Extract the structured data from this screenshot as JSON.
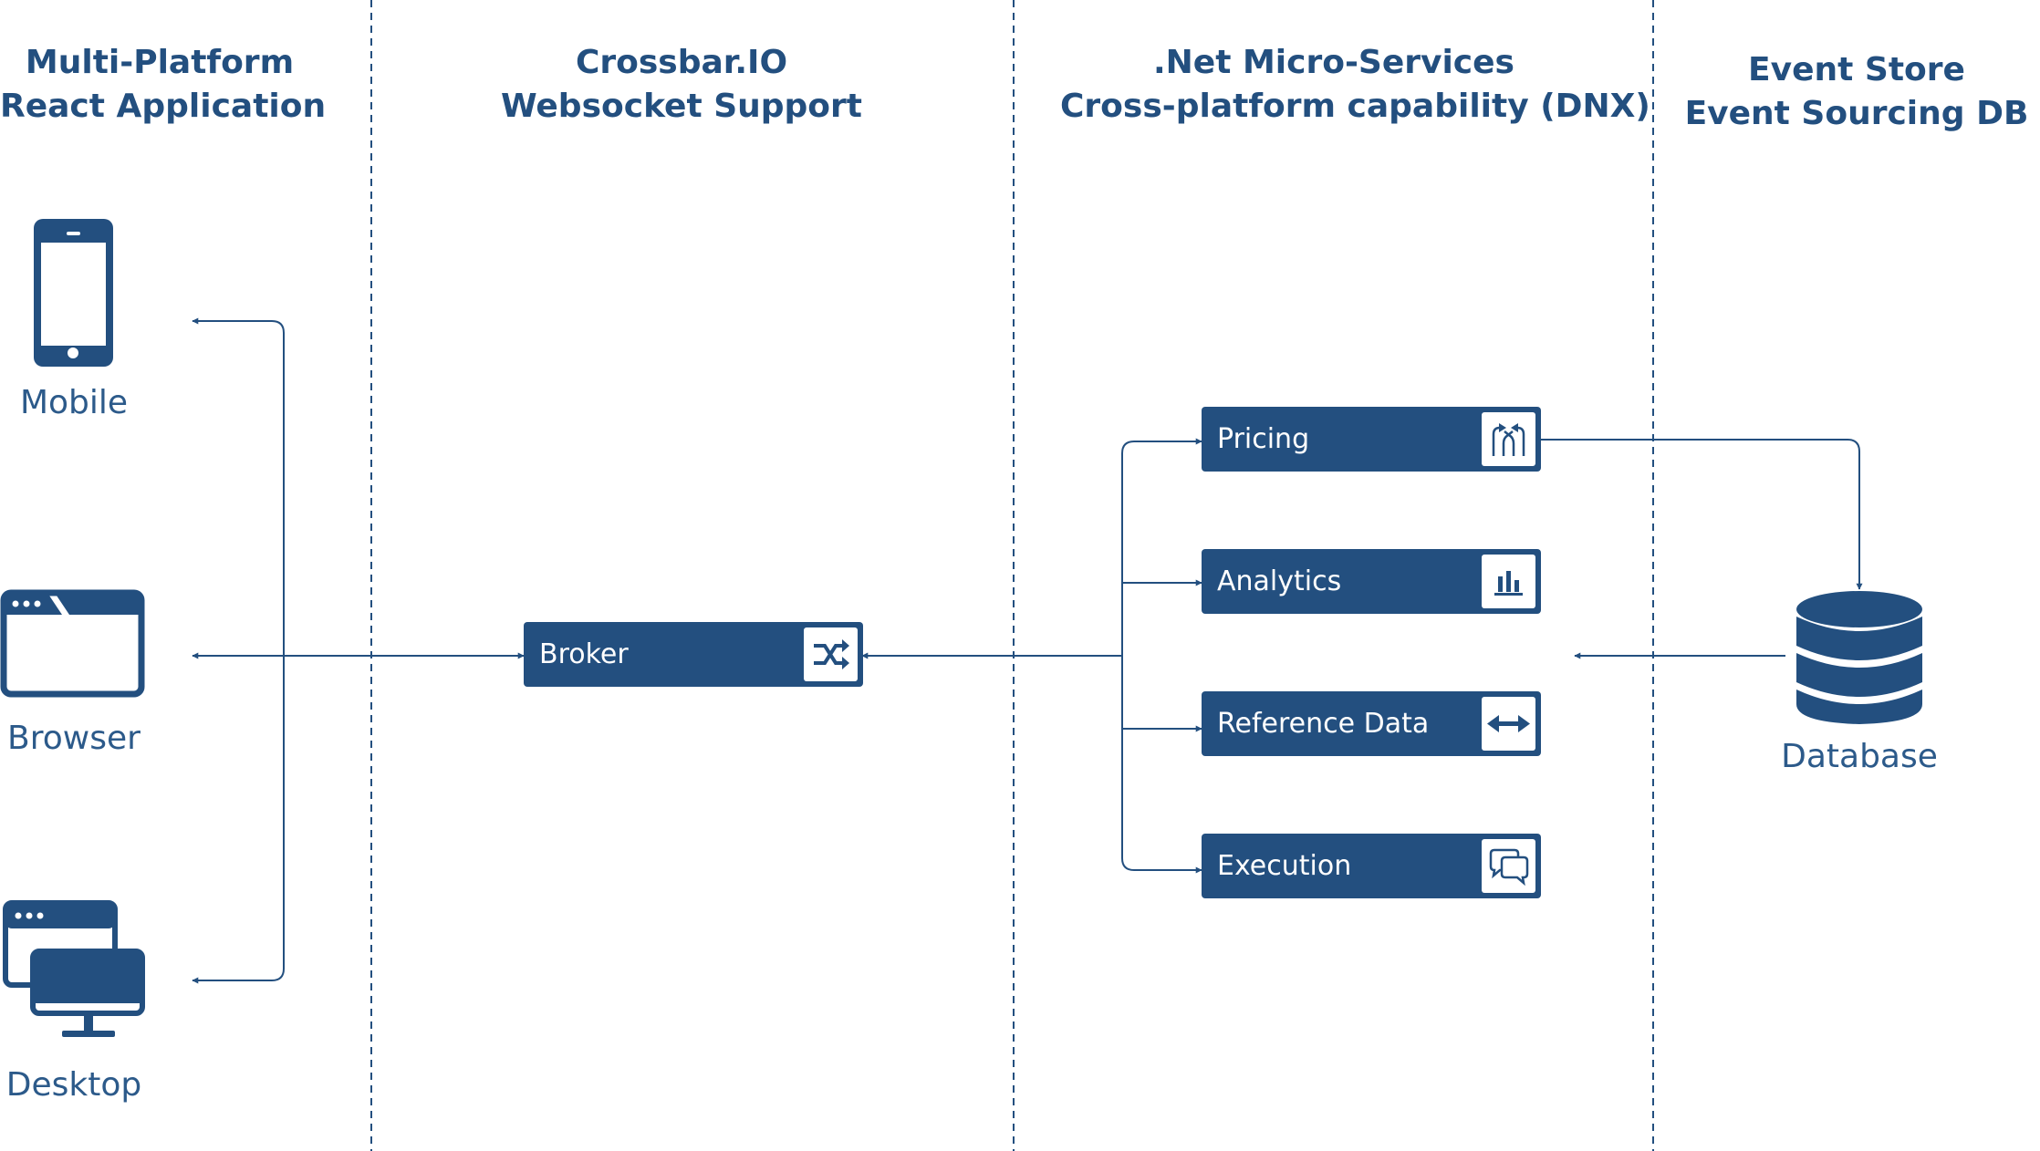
{
  "columns": [
    {
      "line1": "Multi-Platform",
      "line2": "React Application"
    },
    {
      "line1": "Crossbar.IO",
      "line2": "Websocket Support"
    },
    {
      "line1": ".Net Micro-Services",
      "line2": "Cross-platform capability (DNX)"
    },
    {
      "line1": "Event Store",
      "line2": "Event Sourcing DB"
    }
  ],
  "clients": {
    "mobile": {
      "label": "Mobile",
      "icon": "mobile-phone-icon"
    },
    "browser": {
      "label": "Browser",
      "icon": "browser-window-icon"
    },
    "desktop": {
      "label": "Desktop",
      "icon": "desktop-monitor-icon"
    }
  },
  "broker": {
    "label": "Broker",
    "icon": "shuffle-icon"
  },
  "services": {
    "pricing": {
      "label": "Pricing",
      "icon": "split-arrows-icon"
    },
    "analytics": {
      "label": "Analytics",
      "icon": "bar-chart-icon"
    },
    "reference_data": {
      "label": "Reference Data",
      "icon": "double-arrow-icon"
    },
    "execution": {
      "label": "Execution",
      "icon": "chat-bubbles-icon"
    }
  },
  "database": {
    "label": "Database",
    "icon": "database-icon"
  },
  "colors": {
    "primary": "#234f7f",
    "text": "#2c5a8a",
    "background": "#ffffff"
  }
}
